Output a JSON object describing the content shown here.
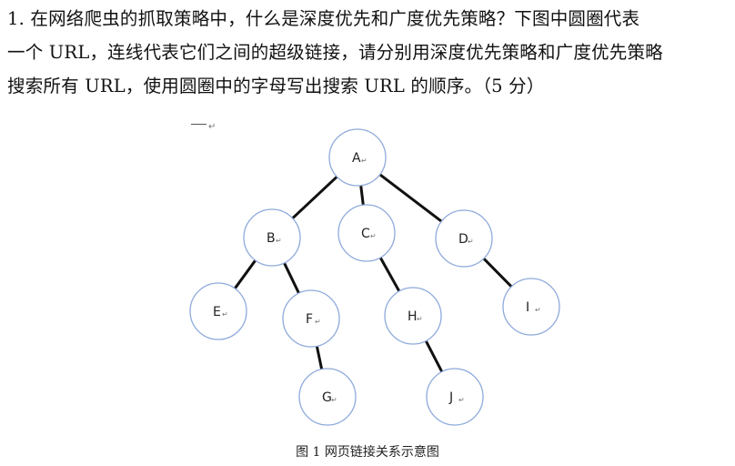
{
  "question": {
    "lines": [
      "1.  在网络爬虫的抓取策略中，什么是深度优先和广度优先策略？下图中圆圈代表",
      "一个 URL，连线代表它们之间的超级链接，请分别用深度优先策略和广度优先策略",
      "搜索所有 URL，使用圆圈中的字母写出搜索 URL 的顺序。（5 分）"
    ]
  },
  "diagram": {
    "paragraph_mark": "↵",
    "nodes": [
      {
        "id": "A",
        "label": "A"
      },
      {
        "id": "B",
        "label": "B"
      },
      {
        "id": "C",
        "label": "C"
      },
      {
        "id": "D",
        "label": "D"
      },
      {
        "id": "E",
        "label": "E"
      },
      {
        "id": "F",
        "label": "F"
      },
      {
        "id": "H",
        "label": "H"
      },
      {
        "id": "I",
        "label": "I"
      },
      {
        "id": "G",
        "label": "G"
      },
      {
        "id": "J",
        "label": "J"
      }
    ],
    "edges": [
      [
        "A",
        "B"
      ],
      [
        "A",
        "C"
      ],
      [
        "A",
        "D"
      ],
      [
        "B",
        "E"
      ],
      [
        "B",
        "F"
      ],
      [
        "C",
        "H"
      ],
      [
        "D",
        "I"
      ],
      [
        "F",
        "G"
      ],
      [
        "H",
        "J"
      ]
    ],
    "caption": "图 1  网页链接关系示意图"
  },
  "colors": {
    "circle_stroke": "#8eaadb",
    "edge": "#111111"
  }
}
